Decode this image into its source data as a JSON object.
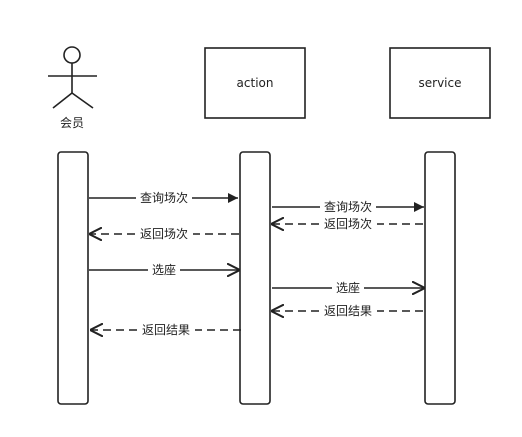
{
  "diagram": {
    "type": "sequence",
    "actor": {
      "label": "会员"
    },
    "participants": [
      {
        "id": "action",
        "label": "action"
      },
      {
        "id": "service",
        "label": "service"
      }
    ],
    "messages": [
      {
        "from": "会员",
        "to": "action",
        "label": "查询场次",
        "style": "solid"
      },
      {
        "from": "action",
        "to": "service",
        "label": "查询场次",
        "style": "solid"
      },
      {
        "from": "service",
        "to": "action",
        "label": "返回场次",
        "style": "dashed"
      },
      {
        "from": "action",
        "to": "会员",
        "label": "返回场次",
        "style": "dashed"
      },
      {
        "from": "会员",
        "to": "action",
        "label": "选座",
        "style": "solid"
      },
      {
        "from": "action",
        "to": "service",
        "label": "选座",
        "style": "solid"
      },
      {
        "from": "service",
        "to": "action",
        "label": "返回结果",
        "style": "dashed"
      },
      {
        "from": "action",
        "to": "会员",
        "label": "返回结果",
        "style": "dashed"
      }
    ]
  }
}
